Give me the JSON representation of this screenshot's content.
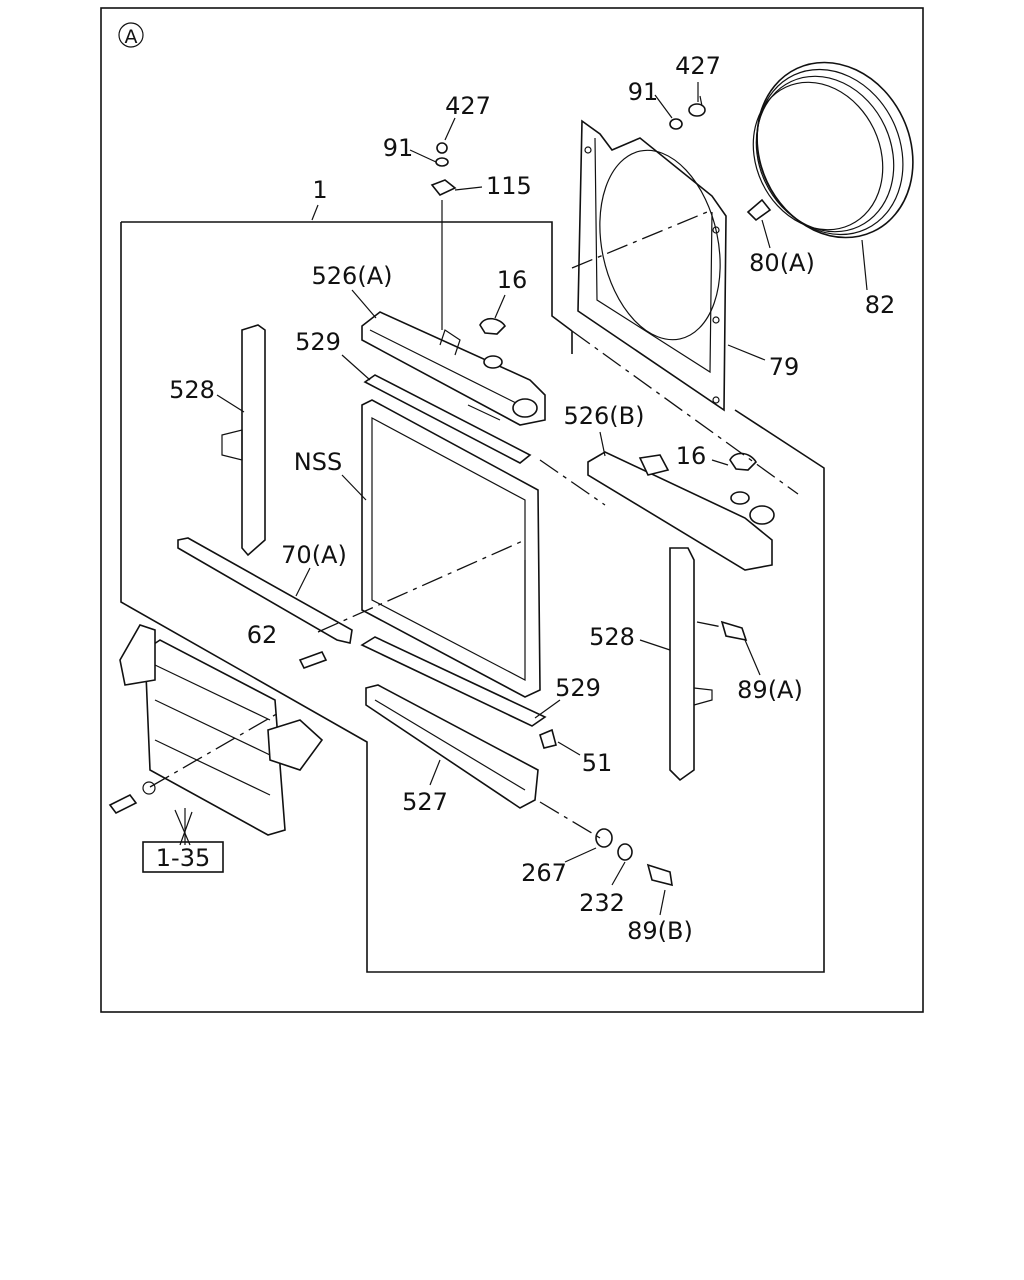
{
  "view_marker": "A",
  "reference_box": "1-35",
  "callouts": {
    "c427a": "427",
    "c91a": "91",
    "c115": "115",
    "c1": "1",
    "c526a": "526(A)",
    "c16a": "16",
    "c529a": "529",
    "c528a": "528",
    "cnss": "NSS",
    "c70a": "70(A)",
    "c62": "62",
    "c91b": "91",
    "c427b": "427",
    "c80a": "80(A)",
    "c82": "82",
    "c79": "79",
    "c526b": "526(B)",
    "c16b": "16",
    "c528b": "528",
    "c89a": "89(A)",
    "c529b": "529",
    "c51": "51",
    "c527": "527",
    "c267": "267",
    "c232": "232",
    "c89b": "89(B)"
  }
}
